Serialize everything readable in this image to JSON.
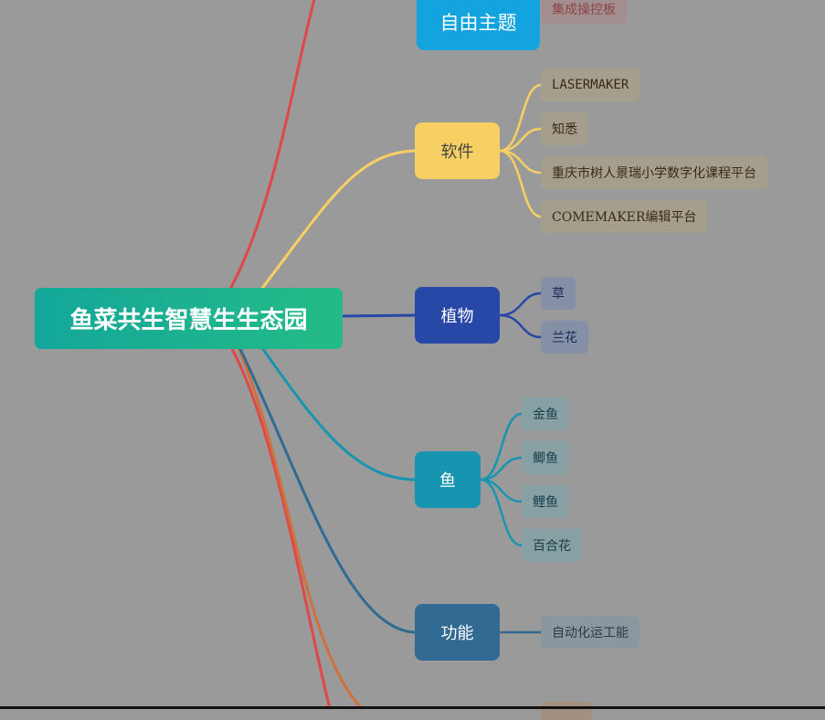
{
  "root": {
    "label": "鱼菜共生智慧生生态园",
    "color": "#13a79a"
  },
  "branches": {
    "theme": {
      "label": "自由主题",
      "color": "#13a4df",
      "children": [
        {
          "label": "集成操控板"
        }
      ]
    },
    "software": {
      "label": "软件",
      "color": "#f8cf63",
      "children": [
        {
          "label": "LASERMAKER"
        },
        {
          "label": "知悉"
        },
        {
          "label": "重庆市树人景瑞小学数字化课程平台"
        },
        {
          "label": "COMEMAKER编辑平台"
        }
      ]
    },
    "plant": {
      "label": "植物",
      "color": "#2748a6",
      "children": [
        {
          "label": "草"
        },
        {
          "label": "兰花"
        }
      ]
    },
    "fish": {
      "label": "鱼",
      "color": "#1795b0",
      "children": [
        {
          "label": "金鱼"
        },
        {
          "label": "鲫鱼"
        },
        {
          "label": "鲤鱼"
        },
        {
          "label": "百合花"
        }
      ]
    },
    "function": {
      "label": "功能",
      "color": "#316a93",
      "children": [
        {
          "label": "自动化运工能"
        }
      ]
    }
  },
  "offscreen_branch_colors": [
    "#e04848",
    "#d0703a"
  ],
  "background": "#9a9a9a"
}
